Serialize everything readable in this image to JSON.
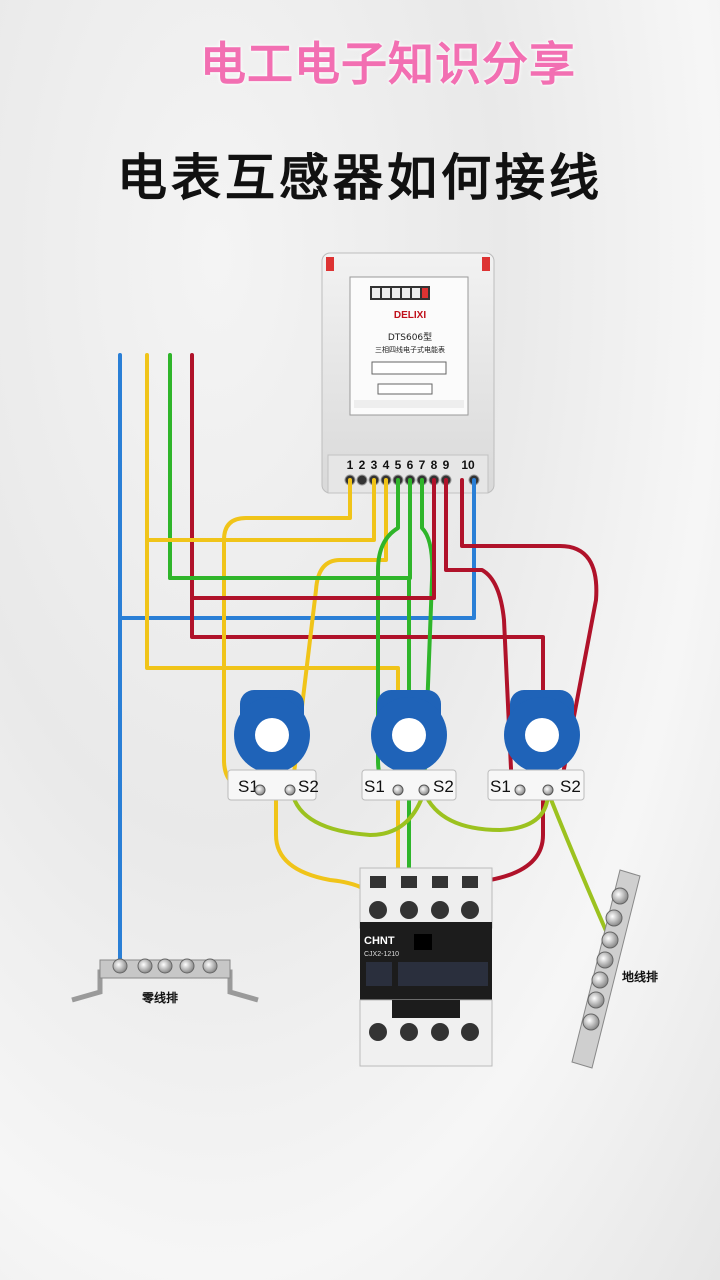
{
  "header": {
    "brand": "电工电子知识分享",
    "title": "电表互感器如何接线"
  },
  "meter": {
    "brand": "DELIXI",
    "model": "DTS606型",
    "desc": "三相四线电子式电能表",
    "terminals": [
      "1",
      "2",
      "3",
      "4",
      "5",
      "6",
      "7",
      "8",
      "9",
      "10"
    ]
  },
  "ct": {
    "s1": "S1",
    "s2": "S2"
  },
  "contactor": {
    "brand": "CHNT",
    "model": "CJX2-1210"
  },
  "busbars": {
    "neutral": "零线排",
    "ground": "地线排"
  },
  "colors": {
    "yellow": "#f0c419",
    "green": "#2fb52a",
    "red": "#b0122a",
    "blue": "#2a7fd6",
    "ct_body": "#1f63b8",
    "yellow_green": "#9cc21f"
  }
}
